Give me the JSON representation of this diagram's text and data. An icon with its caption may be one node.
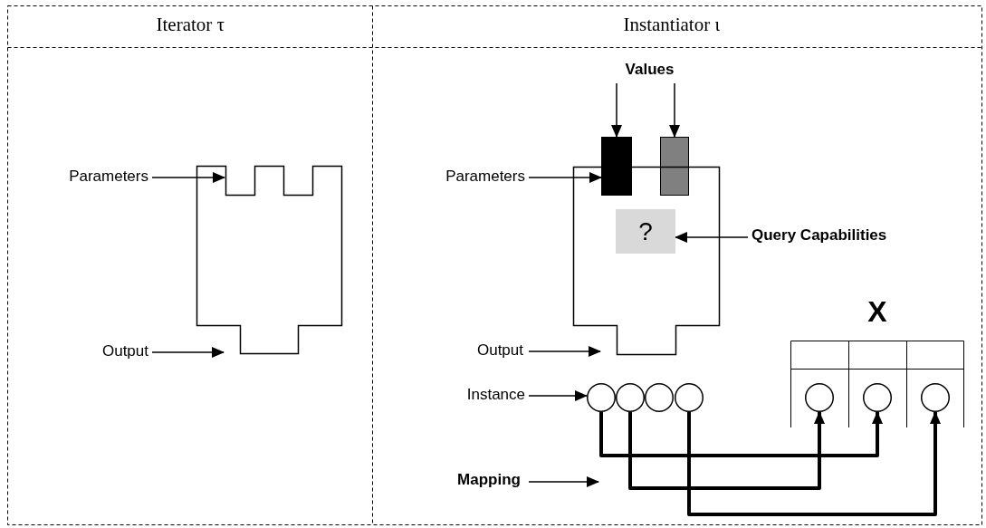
{
  "diagram": {
    "nodes": [
      {
        "text": [
          "Parameters"
        ]
      },
      {
        "text": [],
        "shape": "box"
      },
      {
        "text": [
          "Output"
        ]
      },
      {
        "text": [
          "Values"
        ]
      },
      {
        "text": [],
        "shape": "bar"
      },
      {
        "text": [],
        "shape": "bar"
      },
      {
        "text": [
          "Parameters"
        ]
      },
      {
        "text": [],
        "shape": "box"
      },
      {
        "text": [
          "?"
        ],
        "in": 7
      },
      {
        "text": [
          "Query Capabilities"
        ]
      },
      {
        "text": [
          "Output"
        ]
      },
      {
        "text": [
          "Instance"
        ]
      },
      {
        "text": [],
        "shape": "circle"
      },
      {
        "text": [],
        "shape": "circle"
      },
      {
        "text": [],
        "shape": "circle"
      },
      {
        "text": [],
        "shape": "circle"
      },
      {
        "text": [
          "X"
        ]
      },
      {
        "text": [],
        "shape": "circle",
        "in": 16
      },
      {
        "text": [],
        "shape": "circle",
        "in": 16
      },
      {
        "text": [],
        "shape": "circle",
        "in": 16
      },
      {
        "text": [
          "Mapping"
        ]
      }
    ],
    "edges": [
      {
        "from": 0,
        "to": 1,
        "arrow": "to"
      },
      {
        "from": 2,
        "to": 1,
        "arrow": "to"
      },
      {
        "from": 3,
        "to": 4,
        "arrow": "to"
      },
      {
        "from": 3,
        "to": 5,
        "arrow": "to"
      },
      {
        "from": 6,
        "to": 4,
        "arrow": "to"
      },
      {
        "from": 9,
        "to": 8,
        "arrow": "to"
      },
      {
        "from": 10,
        "to": 7,
        "arrow": "to"
      },
      {
        "from": 11,
        "to": 12,
        "arrow": "to"
      },
      {
        "from": 12,
        "to": 18,
        "arrow": "to",
        "style": "thick"
      },
      {
        "from": 13,
        "to": 17,
        "arrow": "to",
        "style": "thick"
      },
      {
        "from": 15,
        "to": 19,
        "arrow": "to",
        "style": "thick"
      },
      {
        "from": 20,
        "to": null,
        "arrow": "to"
      }
    ],
    "labels": [
      "Iterator τ",
      "Instantiator ι"
    ]
  }
}
